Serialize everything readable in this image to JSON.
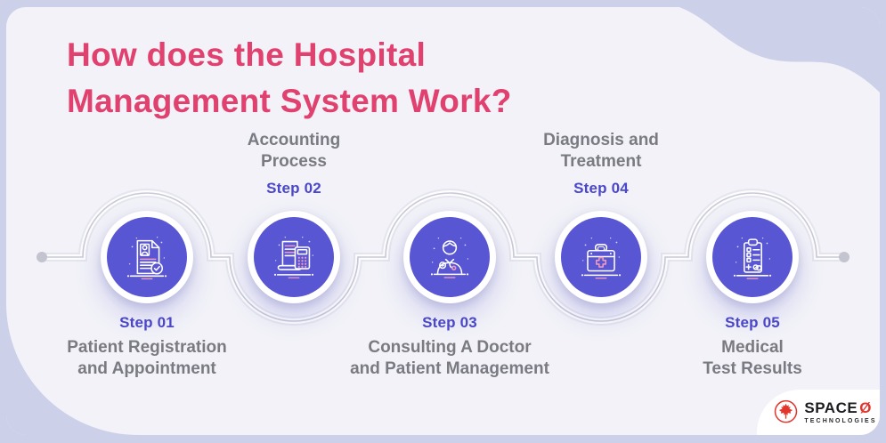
{
  "title": {
    "line1": "How does the Hospital",
    "line2": "Management System Work?"
  },
  "steps": [
    {
      "number": "Step 01",
      "name_line1": "Patient Registration",
      "name_line2": "and Appointment",
      "icon": "patient-registration-icon"
    },
    {
      "number": "Step 02",
      "name_line1": "Accounting",
      "name_line2": "Process",
      "icon": "accounting-calculator-icon"
    },
    {
      "number": "Step 03",
      "name_line1": "Consulting A Doctor",
      "name_line2": "and Patient Management",
      "icon": "doctor-icon"
    },
    {
      "number": "Step 04",
      "name_line1": "Diagnosis and",
      "name_line2": "Treatment",
      "icon": "first-aid-kit-icon"
    },
    {
      "number": "Step 05",
      "name_line1": "Medical",
      "name_line2": "Test Results",
      "icon": "medical-test-clipboard-icon"
    }
  ],
  "logo": {
    "brand": "SPACE",
    "symbol": "Ø",
    "subtitle": "TECHNOLOGIES",
    "icon": "maple-leaf-icon"
  },
  "colors": {
    "title_pink": "#e0416f",
    "step_number_indigo": "#4a47c9",
    "step_name_gray": "#7a7a82",
    "circle_fill": "#5956d3",
    "connector_gray": "#c9cad4",
    "background_lavender": "#cdd0e9",
    "panel_light": "#f2f2f8",
    "logo_red": "#e0362c"
  }
}
